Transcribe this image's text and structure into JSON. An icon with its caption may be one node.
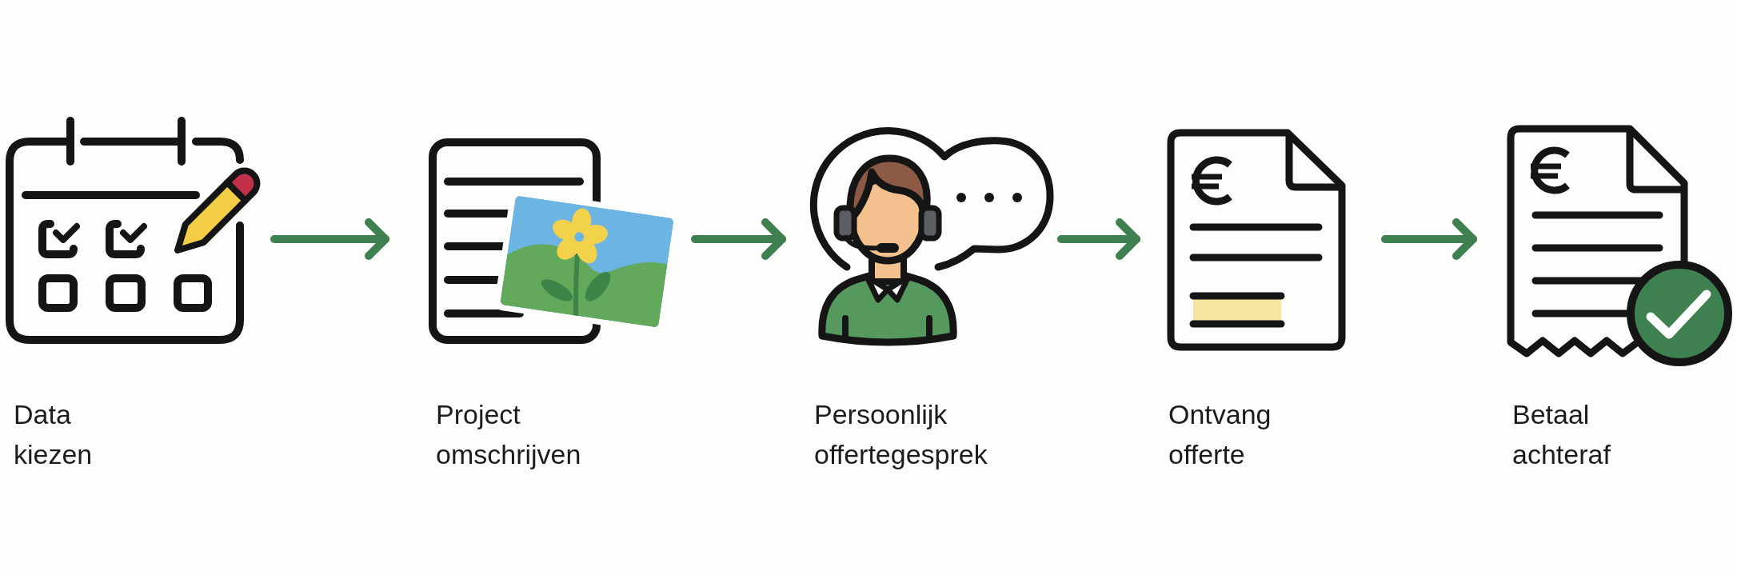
{
  "diagram": {
    "nodes": [
      {
        "text": [
          "Data kiezen"
        ]
      },
      {
        "text": [
          "Project omschrijven"
        ]
      },
      {
        "text": [
          "Persoonlijk offertegesprek"
        ]
      },
      {
        "text": [
          "Ontvang offerte"
        ]
      },
      {
        "text": [
          "Betaal achteraf"
        ]
      }
    ],
    "edges": [
      {
        "from": 0,
        "to": 1,
        "arrow": "to"
      },
      {
        "from": 1,
        "to": 2,
        "arrow": "to"
      },
      {
        "from": 2,
        "to": 3,
        "arrow": "to"
      },
      {
        "from": 3,
        "to": 4,
        "arrow": "to"
      }
    ]
  }
}
